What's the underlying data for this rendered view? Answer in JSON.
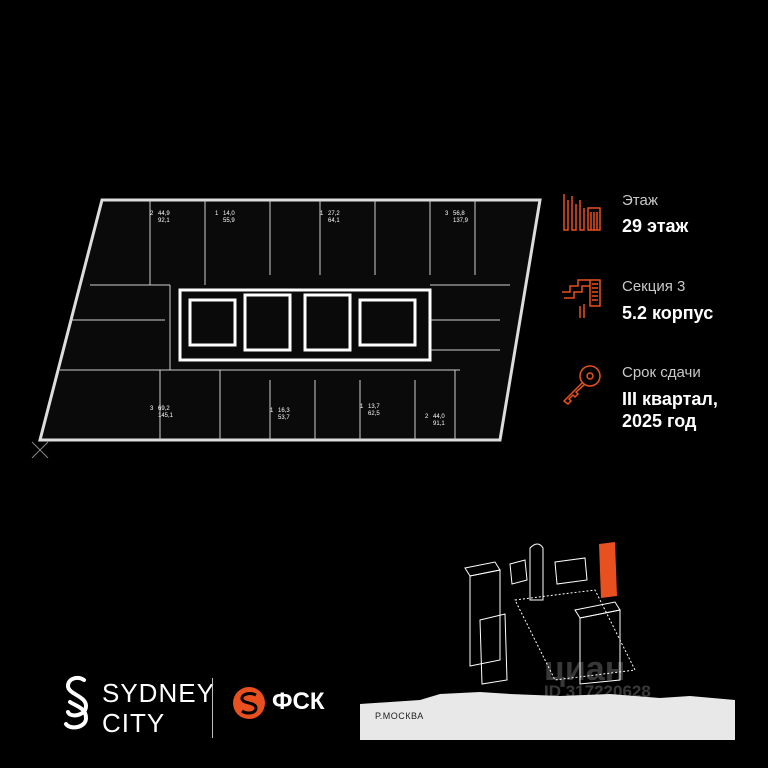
{
  "info": {
    "floor_label": "Этаж",
    "floor_value": "29 этаж",
    "section_label": "Секция 3",
    "section_value": "5.2 корпус",
    "deadline_label": "Срок сдачи",
    "deadline_line1": "III квартал,",
    "deadline_line2": "2025 год"
  },
  "apartments": [
    {
      "rooms": "2",
      "area_a": "44,9",
      "area_b": "92,1"
    },
    {
      "rooms": "1",
      "area_a": "14,0",
      "area_b": "55,9"
    },
    {
      "rooms": "1",
      "area_a": "27,2",
      "area_b": "64,1"
    },
    {
      "rooms": "3",
      "area_a": "56,8",
      "area_b": "137,9"
    },
    {
      "rooms": "3",
      "area_a": "69,2",
      "area_b": "145,1"
    },
    {
      "rooms": "1",
      "area_a": "16,3",
      "area_b": "53,7"
    },
    {
      "rooms": "1",
      "area_a": "13,7",
      "area_b": "62,5"
    },
    {
      "rooms": "2",
      "area_a": "44,0",
      "area_b": "91,1"
    }
  ],
  "brand": {
    "sydney_line1": "SYDNEY",
    "sydney_line2": "CITY",
    "developer": "ФСК"
  },
  "map": {
    "river_label": "Р.МОСКВА"
  },
  "watermark": {
    "brand": "циан",
    "id": "ID 317220628"
  },
  "colors": {
    "accent": "#e8501f",
    "background": "#000000",
    "text": "#ffffff"
  }
}
